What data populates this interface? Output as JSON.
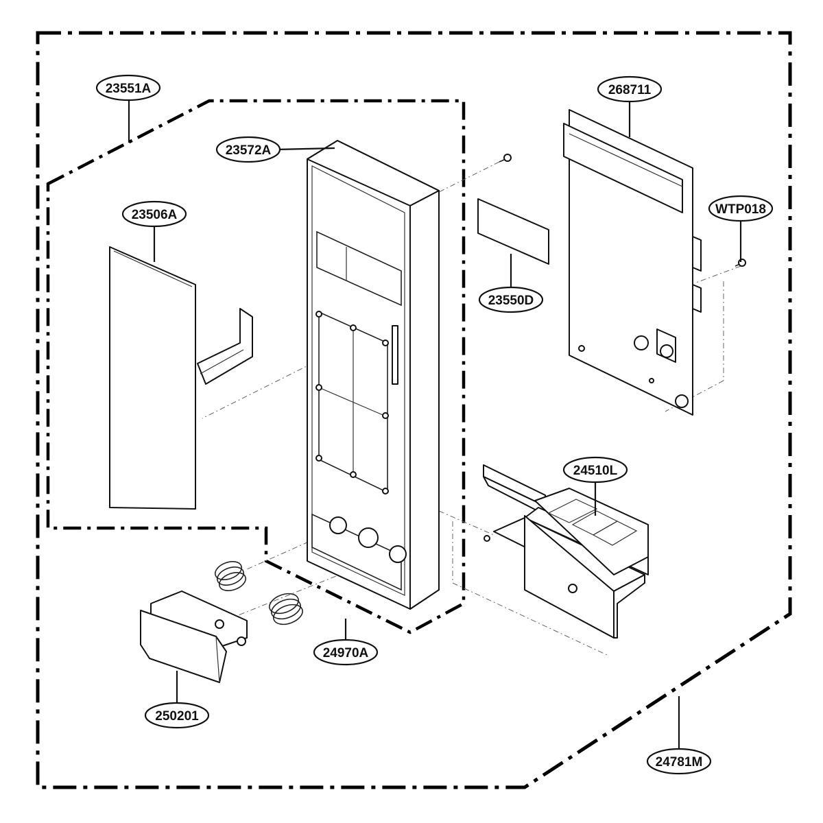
{
  "callouts": [
    {
      "id": "23551A",
      "text": "23551A"
    },
    {
      "id": "23572A",
      "text": "23572A"
    },
    {
      "id": "23506A",
      "text": "23506A"
    },
    {
      "id": "268711",
      "text": "268711"
    },
    {
      "id": "WTP018",
      "text": "WTP018"
    },
    {
      "id": "23550D",
      "text": "23550D"
    },
    {
      "id": "24510L",
      "text": "24510L"
    },
    {
      "id": "24970A",
      "text": "24970A"
    },
    {
      "id": "250201",
      "text": "250201"
    },
    {
      "id": "24781M",
      "text": "24781M"
    }
  ]
}
